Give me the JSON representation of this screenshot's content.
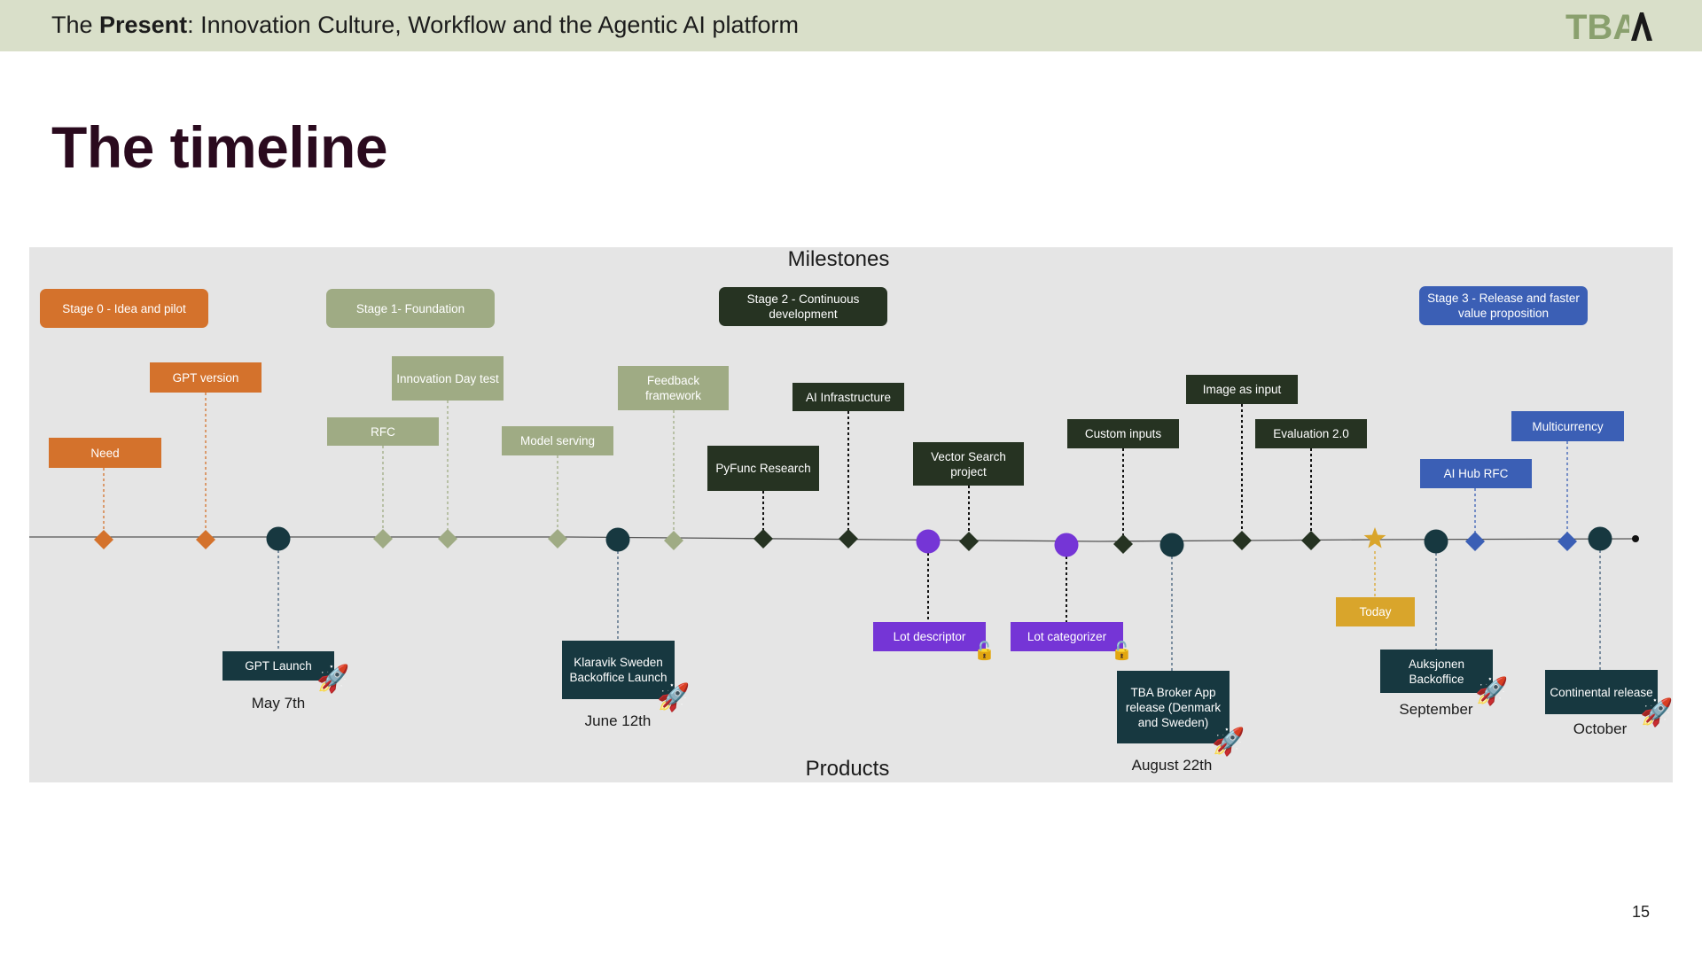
{
  "header": {
    "title_prefix": "The ",
    "title_bold": "Present",
    "title_rest": ": Innovation Culture, Workflow and the Agentic AI platform",
    "logo_text": "TBA"
  },
  "slide_title": "The timeline",
  "panel": {
    "top_label": "Milestones",
    "bottom_label": "Products"
  },
  "stages": [
    {
      "label": "Stage 0 - Idea and pilot",
      "color": "#d4722c"
    },
    {
      "label": "Stage 1- Foundation",
      "color": "#9fab84"
    },
    {
      "label": "Stage 2 - Continuous development",
      "color": "#263322"
    },
    {
      "label": "Stage 3 - Release and faster value proposition",
      "color": "#3b5fb5"
    }
  ],
  "milestones": [
    {
      "label": "Need",
      "stage": 0
    },
    {
      "label": "GPT version",
      "stage": 0
    },
    {
      "label": "RFC",
      "stage": 1
    },
    {
      "label": "Innovation Day test",
      "stage": 1
    },
    {
      "label": "Model serving",
      "stage": 1
    },
    {
      "label": "Feedback framework",
      "stage": 1
    },
    {
      "label": "PyFunc Research",
      "stage": 2
    },
    {
      "label": "AI Infrastructure",
      "stage": 2
    },
    {
      "label": "Vector Search project",
      "stage": 2
    },
    {
      "label": "Custom inputs",
      "stage": 2
    },
    {
      "label": "Image as input",
      "stage": 2
    },
    {
      "label": "Evaluation 2.0",
      "stage": 2
    },
    {
      "label": "AI Hub RFC",
      "stage": 3
    },
    {
      "label": "Multicurrency",
      "stage": 3
    }
  ],
  "products": [
    {
      "label": "GPT Launch",
      "date": "May 7th",
      "type": "release"
    },
    {
      "label": "Klaravik Sweden Backoffice Launch",
      "date": "June 12th",
      "type": "release"
    },
    {
      "label": "Lot descriptor",
      "date": "",
      "type": "locked"
    },
    {
      "label": "Lot categorizer",
      "date": "",
      "type": "locked"
    },
    {
      "label": "TBA Broker App release (Denmark and Sweden)",
      "date": "August 22th",
      "type": "release"
    },
    {
      "label": "Auksjonen Backoffice",
      "date": "September",
      "type": "release"
    },
    {
      "label": "Continental release",
      "date": "October",
      "type": "release"
    }
  ],
  "today": {
    "label": "Today",
    "color": "#d9a52b"
  },
  "colors": {
    "release_box": "#173840",
    "locked_box": "#7535d6",
    "milestone_dark": "#263322"
  },
  "icons": {
    "release": "rocket-icon",
    "locked": "lock-icon",
    "today": "star-icon"
  },
  "page_number": "15"
}
